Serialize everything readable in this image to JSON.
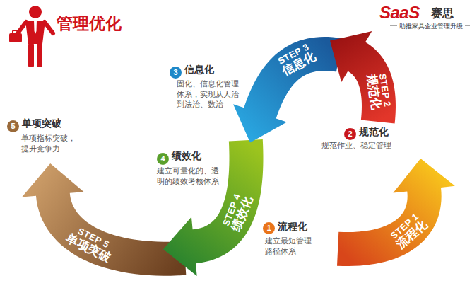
{
  "diagram": {
    "title": "管理优化",
    "nodes": [
      {
        "text": [
          "STEP 1",
          "流程化"
        ]
      },
      {
        "text": [
          "STEP 2",
          "规范化"
        ]
      },
      {
        "text": [
          "STEP 3",
          "信息化"
        ]
      },
      {
        "text": [
          "STEP 4",
          "绩效化"
        ]
      },
      {
        "text": [
          "STEP 5",
          "单项突破"
        ]
      },
      {
        "text": [
          "1"
        ]
      },
      {
        "text": [
          "2"
        ]
      },
      {
        "text": [
          "3"
        ]
      },
      {
        "text": [
          "4"
        ]
      },
      {
        "text": [
          "5"
        ]
      }
    ],
    "labels": [
      "SaaS",
      "赛思",
      "助推家具企业管理升级",
      "流程化",
      "建立最短管理路径体系",
      "规范化",
      "规范作业、稳定管理",
      "信息化",
      "固化、信息化管理体系，实现从人治到法治、数治",
      "绩效化",
      "建立可量化的、透明的绩效考核体系",
      "单项突破",
      "单项指标突破，提升竞争力"
    ]
  }
}
